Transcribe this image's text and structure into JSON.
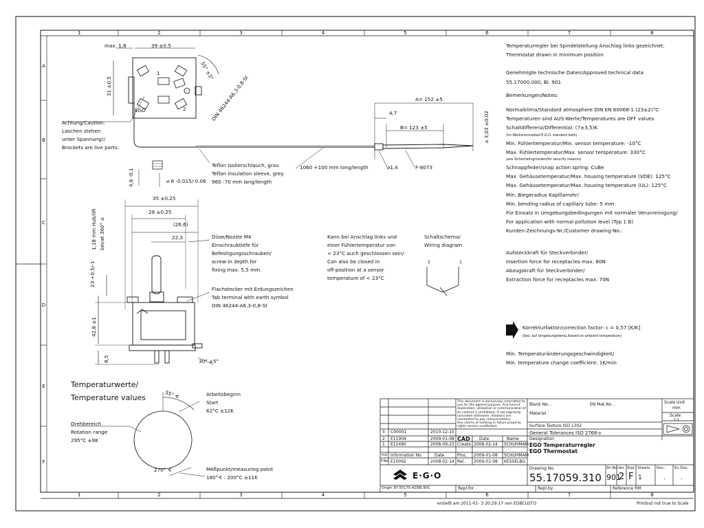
{
  "grid": {
    "columns": [
      "1",
      "2",
      "3",
      "4",
      "5",
      "6",
      "7",
      "8"
    ],
    "rows": [
      "A",
      "B",
      "C",
      "D",
      "E",
      "F"
    ]
  },
  "dims": {
    "max18": "max. 1,8",
    "w39": "39 ±0.5",
    "h31": "31 ±0.5",
    "ang55": "55° ±3°",
    "din": "DIN 46244-A6,3-0,8-St",
    "t1": "1",
    "t2": "2",
    "ego": "EGO",
    "a152": "A= 152 ±5",
    "b123": "B= 123 ±5",
    "d47": "4,7",
    "dia303": "⌀ 3,03 ±0.02",
    "dia14": "⌀1,4",
    "f8073": "F-8073",
    "cap1060": "1060 +100 mm long/length",
    "dia6": "⌀ 6 -0.015/-0.06",
    "h46": "4,6 -0.1",
    "w35": "35 ±0.25",
    "w28": "28 ±0.25",
    "w266": "(26,6)",
    "w223": "22,3",
    "h118": "1,18 mm Hub/lift",
    "at360": "bei/at 360° ±",
    "h23": "23 +0.5/-1",
    "h428": "42,8 ±1",
    "h85": "8,5",
    "ang30": "30° ±5°"
  },
  "callouts": {
    "caution": [
      "Achtung/Caution:",
      "Laschen stehen",
      "unter Spannung!/",
      "Brockets are live parts."
    ],
    "teflon": [
      "Teflon Isolierschlauch, grau",
      "Teflon Insulation sleeve, grey",
      "960 -70 mm lang/length"
    ],
    "nozzle": [
      "Düse/Nozzle M4",
      "Einschraubtiefe für",
      "Befestigungsschrauben/",
      "screw-in depth for",
      "fixing max. 5,5 mm."
    ],
    "tab": [
      "Flachstecker mit Erdungszeichen",
      "Tab terminal with earth symbol",
      "DIN 46244-A6,3-0,8-St"
    ],
    "closed": [
      "Kann bei Anschlag links und",
      "einer Fühlertemperatur von",
      "< 23°C auch geschlossen sein/",
      "Can also be closed in",
      "off-position at a sensor",
      "temperature of < 23°C"
    ],
    "wiring": [
      "Schaltschema/",
      "Wiring diagram"
    ],
    "wire_t1": "1",
    "wire_t2": "2"
  },
  "temp_values": {
    "title1": "Temperaturwerte/",
    "title2": "Temperature values",
    "arbeitsbeginn": [
      "Arbeitsbeginn",
      "Start",
      "62°C ±12K"
    ],
    "drehbereich": [
      "Drehbereich",
      "Rotation range",
      "295°C ±9K"
    ],
    "messpunkt": [
      "Meßpunkt/measuring point",
      "180°∢ : 200°C ±11K"
    ],
    "ang55": "55° ∢",
    "ang270": "270° ∢"
  },
  "notes": {
    "header": [
      "Temperaturregler bei Spindelstellung Anschlag links gezeichnet.",
      "Thermostat drawn in minimum position"
    ],
    "approved": [
      "Genehmigte technische Daten/Approved technical data",
      "55.17000.000, Bl. 901"
    ],
    "remarks": "Bemerkungen/Notes:",
    "lines": [
      "Normalklima/Standard atmosphere DIN EN 60068-1 (23±2)°C",
      "Temperaturen sind AUS-Werte/Temperatures are OFF values",
      "Schaltdifferenz/Differential: (7±3,5)K"
    ],
    "tiny1": "(im Werksnormalbad E.G.O. standard bath)",
    "lines2": [
      "Min. Fühlertemperatur/Min. sensor temperature: -10°C",
      "Max. Fühlertemperatur/Max. sensor temperature: 330°C"
    ],
    "tiny2": "(aus Sicherheitsgründen/for security reasons)",
    "lines3": [
      "Schnappfeder/snap action spring: CuBe",
      "Max. Gehäusetemperatur/Max. housing temperature (VDE): 125°C",
      "Max. Gehäusetemperatur/Max. housing temperature (UL):     125°C",
      "Min. Biegeradius Kapillarrohr/",
      "Min. bending radius of capillary tube: 5 mm",
      "Für Einsatz in Umgebungsbedingungen mit normaler Verunreinigung/",
      "For application with normal pollution level (Typ 1 B)",
      "Kunden-Zeichnungs-Nr./Customer drawing-No.:"
    ],
    "lines4": [
      "Aufsteckkraft für Steckverbinder/",
      "Insertion force for receptacles max. 80N",
      "Abzugskraft für Steckverbinder/",
      "Extraction force for receptacles max. 70N"
    ],
    "correction": "Korrekturfaktor/correction factor: c = 0,57 [K/K]",
    "correction_tiny": "(bez. auf Umgebungstemp./based on ambient temperature)",
    "lines5": [
      "Min. Temperaturänderungsgeschwindigkeit/",
      "Min. temperature change coefficient: 1K/min"
    ]
  },
  "titleblock": {
    "disclaimer": [
      "This document is exclusively committed to",
      "you for the agreed purpose. Any kind of",
      "duplication, utilization or communication of",
      "its content is prohibited, if not expressly",
      "conceded otherwise. Violators are",
      "committed to pay compensations.",
      "Any claims of seeking or future property",
      "rights remain unaffected."
    ],
    "revisions": [
      {
        "idx": "3",
        "info": "C00001",
        "date": "2010-12-15"
      },
      {
        "idx": "2",
        "info": "E11904",
        "date": "2009-01-08"
      },
      {
        "idx": "1",
        "info": "E11490",
        "date": "2008-09-23"
      }
    ],
    "rev_hdr": {
      "idx": "Ind.",
      "info": "Information No.",
      "date": "Date"
    },
    "fref": {
      "idx": "F.Rel.",
      "info": "E10092",
      "date": "2008-02-14"
    },
    "cad": "CAD",
    "cad_date": "Date",
    "cad_name": "Name",
    "sig": [
      {
        "label": "Create",
        "date": "2008-02-14",
        "name": "SCHUHMAM"
      },
      {
        "label": "Proc.",
        "date": "2009-01-08",
        "name": "SCHUHMAM"
      },
      {
        "label": "Rel.",
        "date": "2009-01-08",
        "name": "KESSELBG"
      }
    ],
    "blank_no": "Blank No.  .",
    "en_mat": "EN Mat.No.  .",
    "material": "Material    .",
    "surface": "Surface Texture ISO 1302",
    "tolerances": "General Tolerances   ISO 2768-v",
    "designation": "Designation",
    "desig1": "EGO Temperaturregler",
    "desig2": "EGO Thermostat",
    "desig3": ".",
    "scale_unit": "Scale Unit",
    "unit": "mm",
    "scale": "Scale",
    "scale_val": "1:1",
    "drawing_no_lbl": "Drawing No.",
    "drawing_no": "55.17059.310",
    "shno_lbl": "Sh.No.",
    "shno": "901",
    "ver_lbl": "Ver.",
    "ver": "2",
    "stat_lbl": "Stat.",
    "stat": "F",
    "sheets_lbl": "Sheets",
    "sheets": "1",
    "doc_lbl": "Doc.",
    "doc": ".",
    "exdoc_lbl": "Ex.Doc.",
    "exdoc": ".",
    "logo": "E·G·O",
    "origin": "Origin 97.55170.425Bl.901",
    "repl_for": "Repl.for .",
    "repl_by": "Repl.by .",
    "reference": "Reference RM"
  },
  "footer": {
    "created": "erstellt am  2011-01- 3  20:29:17  von  EOBCUSTO",
    "scale_note": "Printout not true to Scale"
  }
}
